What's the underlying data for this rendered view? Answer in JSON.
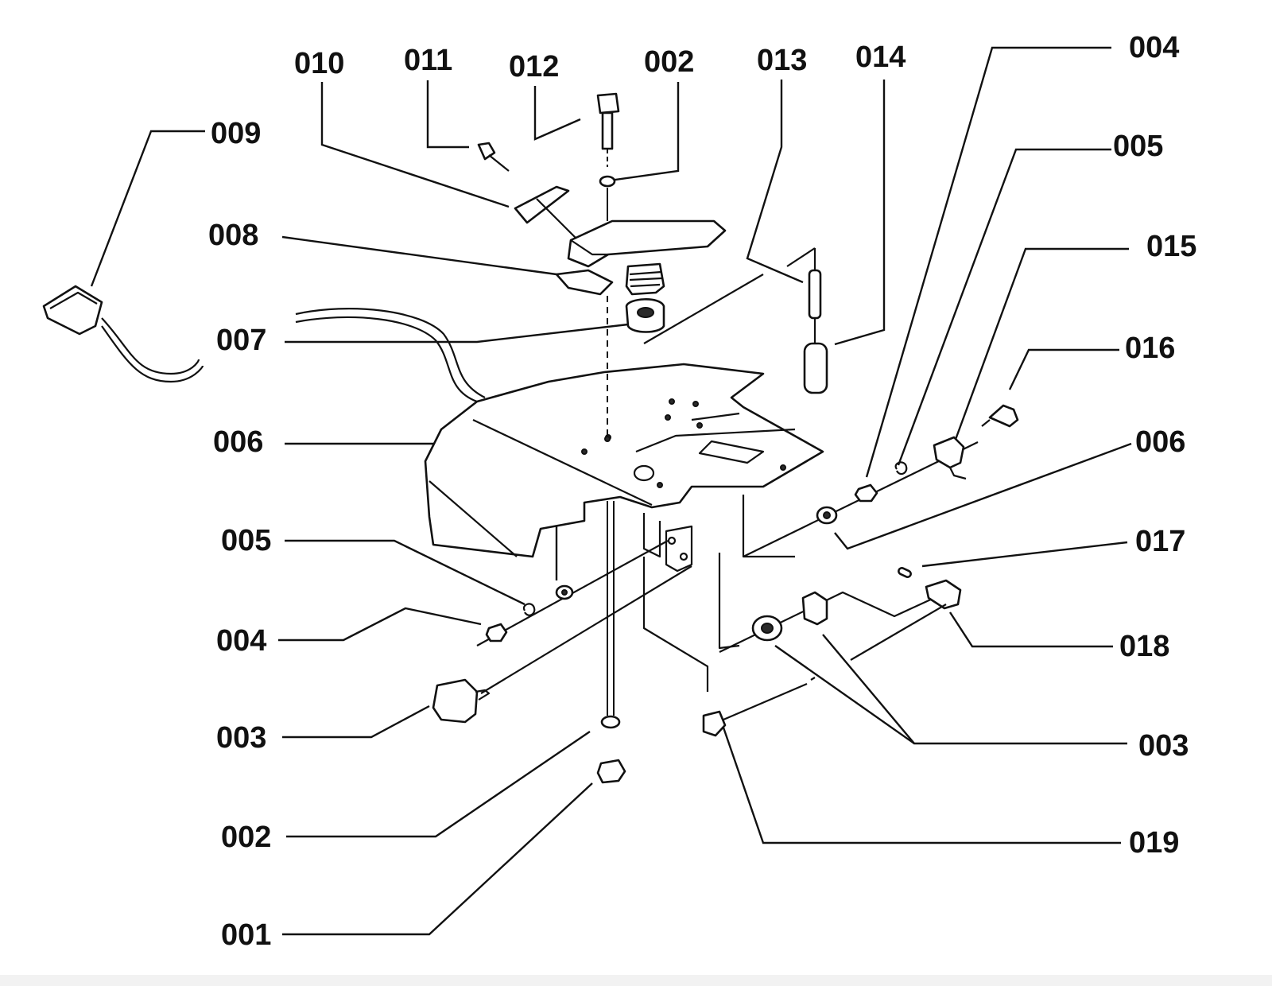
{
  "labels": {
    "l010": "010",
    "l011": "011",
    "l012": "012",
    "l002_top": "002",
    "l013": "013",
    "l014": "014",
    "l004_top": "004",
    "l009": "009",
    "l005_right": "005",
    "l008": "008",
    "l015": "015",
    "l007": "007",
    "l016": "016",
    "l006_left": "006",
    "l006_right": "006",
    "l005_left": "005",
    "l017": "017",
    "l004_left": "004",
    "l018": "018",
    "l003_left": "003",
    "l003_right": "003",
    "l002_bottom": "002",
    "l019": "019",
    "l001": "001"
  }
}
